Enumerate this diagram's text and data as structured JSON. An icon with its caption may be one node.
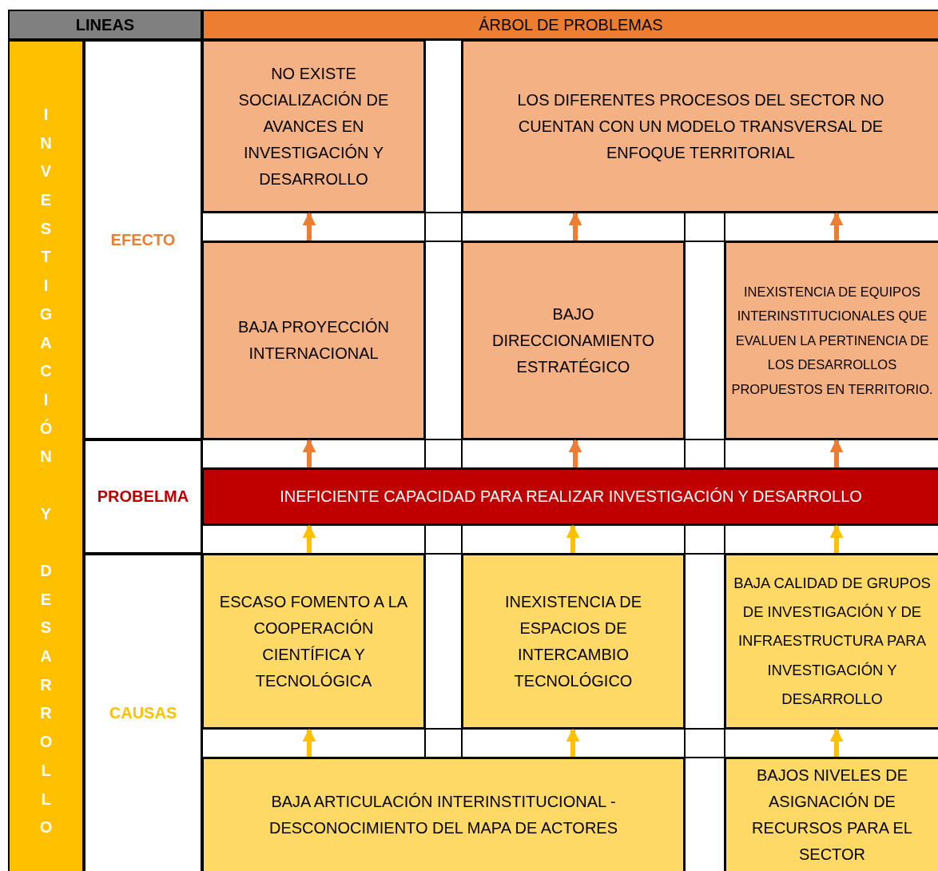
{
  "diagram": {
    "nodes": [
      {
        "text": [
          "LINEAS"
        ]
      },
      {
        "text": [
          "ÁRBOL DE PROBLEMAS"
        ]
      },
      {
        "text": [
          "INVESTIGACIÓN Y DESARROLLO"
        ]
      },
      {
        "text": [
          "EFECTO"
        ]
      },
      {
        "text": [
          "NO EXISTE SOCIALIZACIÓN DE AVANCES EN INVESTIGACIÓN Y DESARROLLO"
        ]
      },
      {
        "text": [
          "LOS DIFERENTES PROCESOS DEL SECTOR NO CUENTAN CON UN MODELO TRANSVERSAL DE ENFOQUE TERRITORIAL"
        ]
      },
      {
        "text": [
          "BAJA PROYECCIÓN INTERNACIONAL"
        ]
      },
      {
        "text": [
          "BAJO DIRECCIONAMIENTO ESTRATÉGICO"
        ]
      },
      {
        "text": [
          "INEXISTENCIA DE EQUIPOS INTERINSTITUCIONALES QUE EVALUEN LA PERTINENCIA DE LOS DESARROLLOS PROPUESTOS EN TERRITORIO."
        ]
      },
      {
        "text": [
          "PROBELMA"
        ]
      },
      {
        "text": [
          "INEFICIENTE CAPACIDAD PARA REALIZAR INVESTIGACIÓN Y DESARROLLO"
        ]
      },
      {
        "text": [
          "CAUSAS"
        ]
      },
      {
        "text": [
          "ESCASO FOMENTO A LA COOPERACIÓN CIENTÍFICA Y TECNOLÓGICA"
        ]
      },
      {
        "text": [
          "INEXISTENCIA DE ESPACIOS DE INTERCAMBIO TECNOLÓGICO"
        ]
      },
      {
        "text": [
          "BAJA CALIDAD DE GRUPOS DE INVESTIGACIÓN Y DE INFRAESTRUCTURA PARA INVESTIGACIÓN Y DESARROLLO"
        ]
      },
      {
        "text": [
          "BAJA ARTICULACIÓN INTERINSTITUCIONAL - DESCONOCIMIENTO DEL MAPA DE ACTORES"
        ]
      },
      {
        "text": [
          "BAJOS NIVELES DE ASIGNACIÓN DE RECURSOS PARA EL SECTOR"
        ]
      }
    ],
    "edges": [
      {
        "from": 6,
        "to": 4,
        "arrow": "to",
        "color": "#ed7d31"
      },
      {
        "from": 7,
        "to": 5,
        "arrow": "to",
        "color": "#ed7d31"
      },
      {
        "from": 8,
        "to": 5,
        "arrow": "to",
        "color": "#ed7d31"
      },
      {
        "from": 10,
        "to": 6,
        "arrow": "to",
        "color": "#ed7d31"
      },
      {
        "from": 10,
        "to": 7,
        "arrow": "to",
        "color": "#ed7d31"
      },
      {
        "from": 10,
        "to": 8,
        "arrow": "to",
        "color": "#ed7d31"
      },
      {
        "from": 12,
        "to": 10,
        "arrow": "to",
        "color": "#ffc000"
      },
      {
        "from": 13,
        "to": 10,
        "arrow": "to",
        "color": "#ffc000"
      },
      {
        "from": 14,
        "to": 10,
        "arrow": "to",
        "color": "#ffc000"
      },
      {
        "from": 15,
        "to": 12,
        "arrow": "to",
        "color": "#ffc000"
      },
      {
        "from": 15,
        "to": 13,
        "arrow": "to",
        "color": "#ffc000"
      },
      {
        "from": 16,
        "to": 14,
        "arrow": "to",
        "color": "#ffc000"
      }
    ]
  }
}
